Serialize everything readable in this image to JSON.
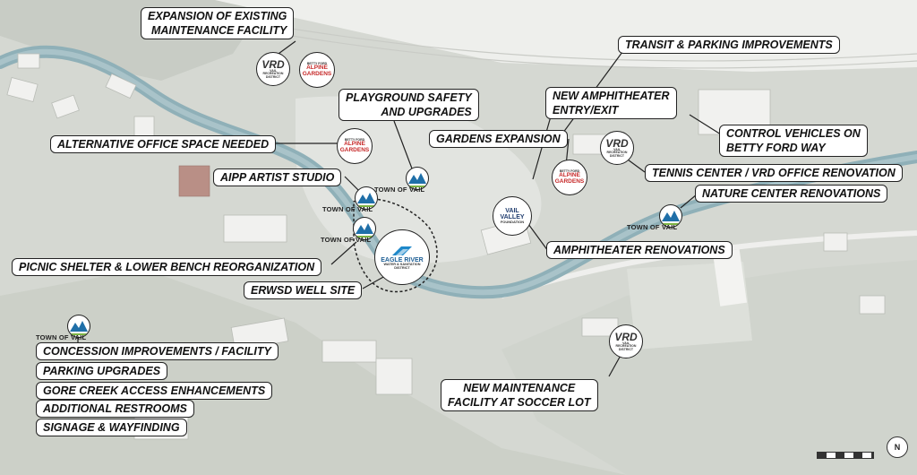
{
  "labels": {
    "expansion_existing_line1": "EXPANSION OF EXISTING",
    "expansion_existing_line2": "MAINTENANCE FACILITY",
    "transit_parking": "TRANSIT & PARKING IMPROVEMENTS",
    "playground_line1": "PLAYGROUND SAFETY",
    "playground_line2": "AND UPGRADES",
    "new_amphitheater_line1": "NEW AMPHITHEATER",
    "new_amphitheater_line2": "ENTRY/EXIT",
    "alternative_office": "ALTERNATIVE OFFICE SPACE NEEDED",
    "gardens_expansion": "GARDENS EXPANSION",
    "control_vehicles_line1": "CONTROL VEHICLES ON",
    "control_vehicles_line2": "BETTY FORD WAY",
    "aipp_studio": "AIPP ARTIST STUDIO",
    "tennis_center": "TENNIS CENTER / VRD OFFICE RENOVATION",
    "nature_center": "NATURE CENTER RENOVATIONS",
    "amphitheater_renovations": "AMPHITHEATER RENOVATIONS",
    "picnic_shelter": "PICNIC SHELTER & LOWER BENCH REORGANIZATION",
    "erwsd_well": "ERWSD WELL SITE",
    "concession": "CONCESSION IMPROVEMENTS / FACILITY",
    "parking_upgrades": "PARKING UPGRADES",
    "gore_creek": "GORE CREEK ACCESS ENHANCEMENTS",
    "restrooms": "ADDITIONAL RESTROOMS",
    "signage": "SIGNAGE & WAYFINDING",
    "new_maintenance_line1": "NEW MAINTENANCE",
    "new_maintenance_line2": "FACILITY AT SOCCER LOT"
  },
  "logos": {
    "vrd_text": "VRD",
    "vrd_sub": "VAIL RECREATION DISTRICT",
    "alpine_line1": "BETTY FORD",
    "alpine_line2": "ALPINE",
    "alpine_line3": "GARDENS",
    "town_of_vail": "TOWN OF VAIL",
    "vvf_line1": "VAIL",
    "vvf_line2": "VALLEY",
    "vvf_line3": "FOUNDATION",
    "eagle_line1": "EAGLE RIVER",
    "eagle_line2": "WATER & SANITATION",
    "eagle_line3": "DISTRICT"
  },
  "colors": {
    "creek": "#8fb0b8",
    "highway": "#eeefec",
    "map_base": "#d9dbd6",
    "vail_blue": "#1f6fa8",
    "vail_green": "#7cb342",
    "gardens_red": "#c62828",
    "eagle_blue": "#1e88c9"
  },
  "icons": {
    "north_arrow": "N"
  }
}
